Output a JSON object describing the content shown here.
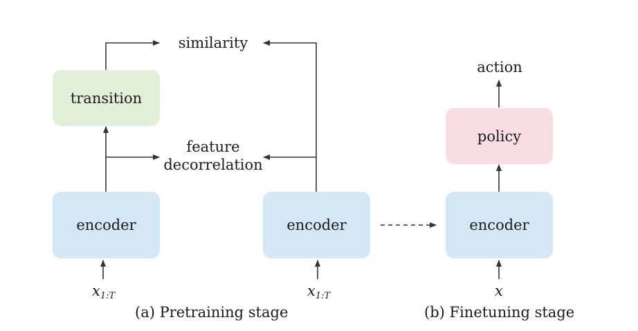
{
  "pretraining": {
    "encoder_left": "encoder",
    "encoder_right": "encoder",
    "transition": "transition",
    "similarity": "similarity",
    "feature_line1": "feature",
    "feature_line2": "decorrelation",
    "input_left_base": "x",
    "input_left_sub": "1:T",
    "input_right_base": "x",
    "input_right_sub": "1:T",
    "caption": "(a) Pretraining stage"
  },
  "finetuning": {
    "encoder": "encoder",
    "policy": "policy",
    "action": "action",
    "input": "x",
    "caption": "(b) Finetuning stage"
  },
  "colors": {
    "encoder": "#d4e7f4",
    "transition": "#e4efda",
    "policy": "#f8dde3",
    "line": "#333333"
  }
}
